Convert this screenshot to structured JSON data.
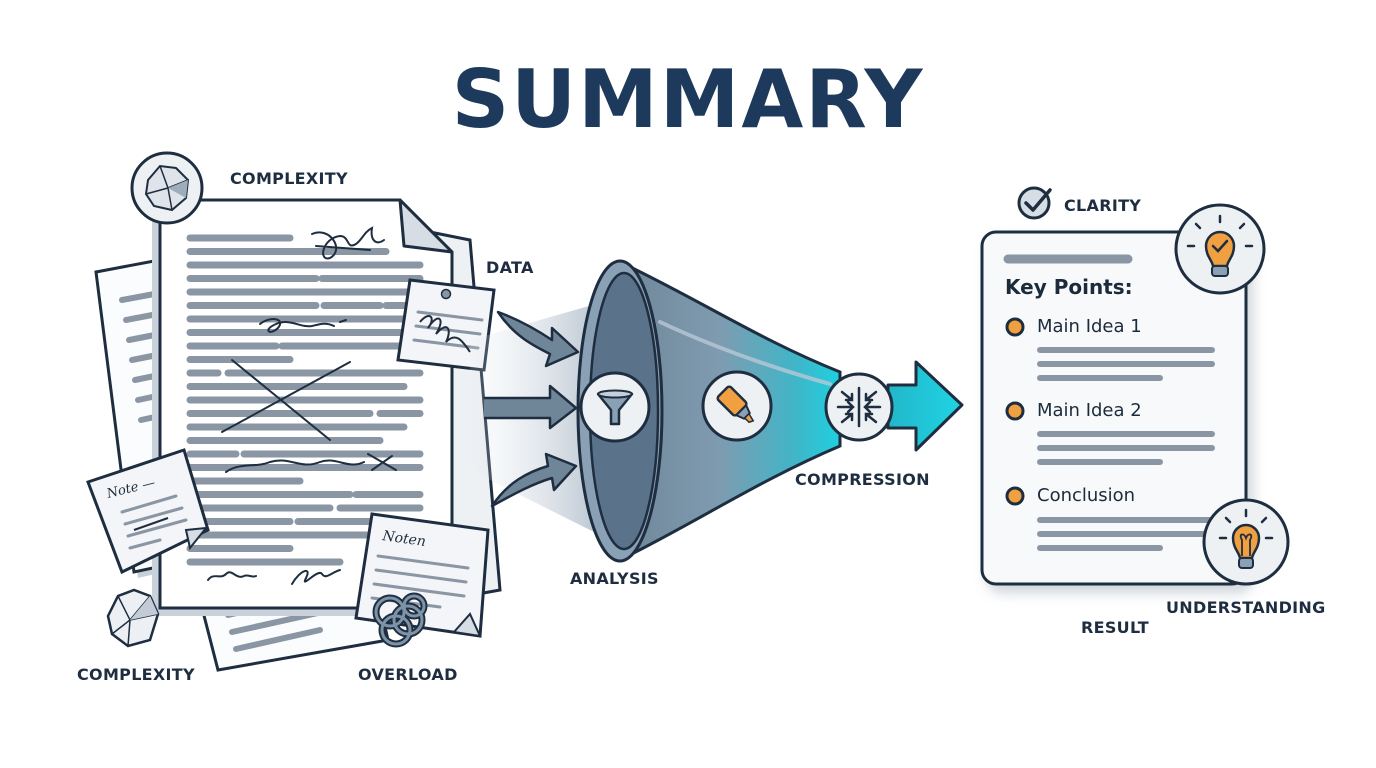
{
  "title": "SUMMARY",
  "labels": {
    "complexity_top": "COMPLEXITY",
    "complexity_bottom": "COMPLEXITY",
    "overload": "OVERLOAD",
    "data": "DATA",
    "analysis": "ANALYSIS",
    "compression": "COMPRESSION",
    "clarity": "CLARITY",
    "result": "RESULT",
    "understanding": "UNDERSTANDING"
  },
  "notes": {
    "left_note": "Note —",
    "right_note": "Noten"
  },
  "result_card": {
    "heading": "Key Points:",
    "items": [
      {
        "label": "Main Idea 1"
      },
      {
        "label": "Main Idea 2"
      },
      {
        "label": "Conclusion"
      }
    ]
  },
  "colors": {
    "navy": "#1d3a5c",
    "outline": "#1e2e40",
    "line_gray": "#8a96a3",
    "accent_orange": "#f0a040",
    "accent_cyan": "#1ec8d8",
    "funnel_gray": "#7d93a8"
  }
}
